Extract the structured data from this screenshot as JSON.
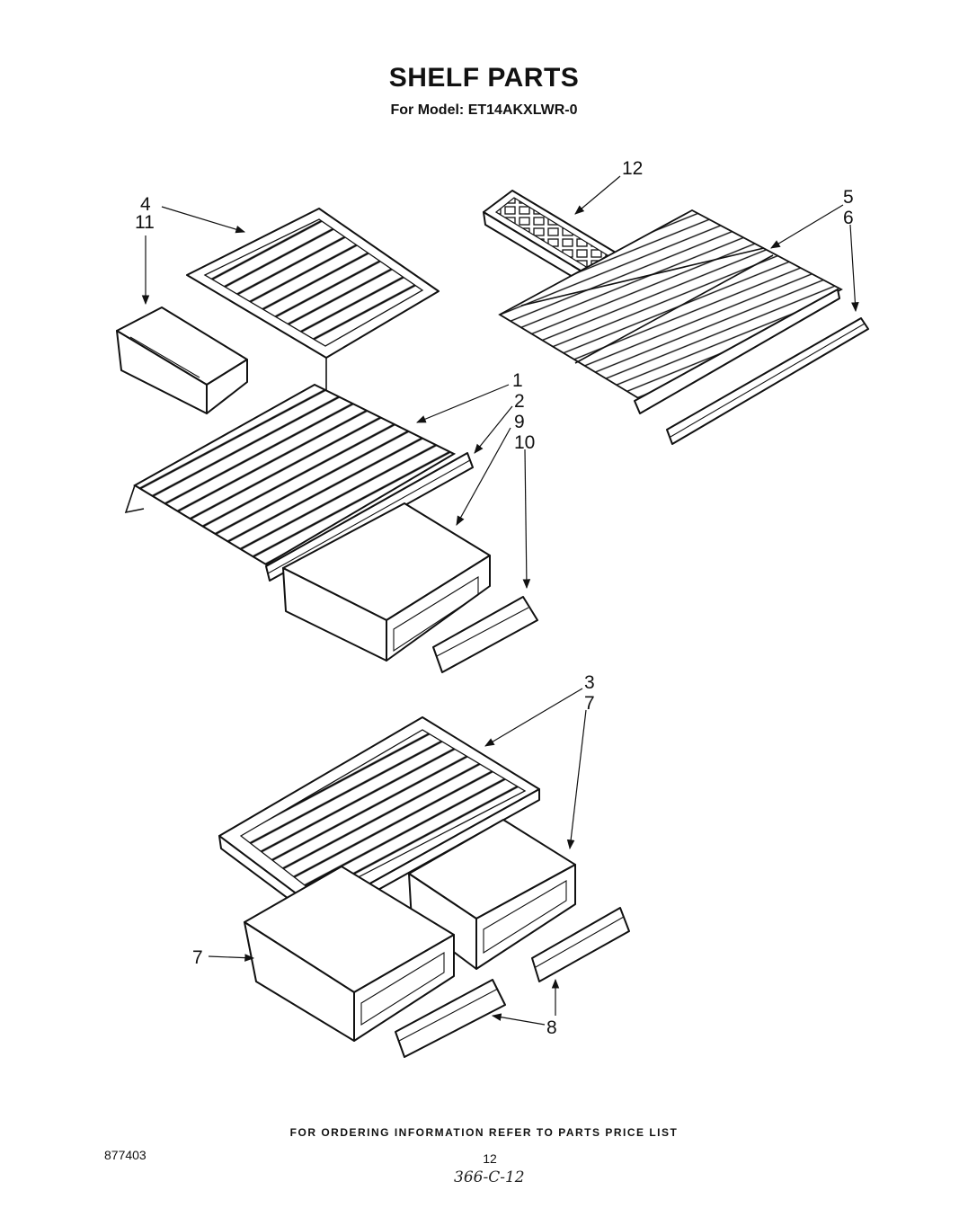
{
  "header": {
    "title": "SHELF PARTS",
    "subtitle": "For Model: ET14AKXLWR-0"
  },
  "callouts": [
    "12",
    "4",
    "11",
    "5",
    "6",
    "1",
    "2",
    "9",
    "10",
    "3",
    "7",
    "7",
    "8"
  ],
  "footer": {
    "note": "FOR ORDERING INFORMATION REFER TO PARTS PRICE LIST",
    "doc_number": "877403",
    "page_number": "12",
    "handwritten": "366-C-12"
  }
}
